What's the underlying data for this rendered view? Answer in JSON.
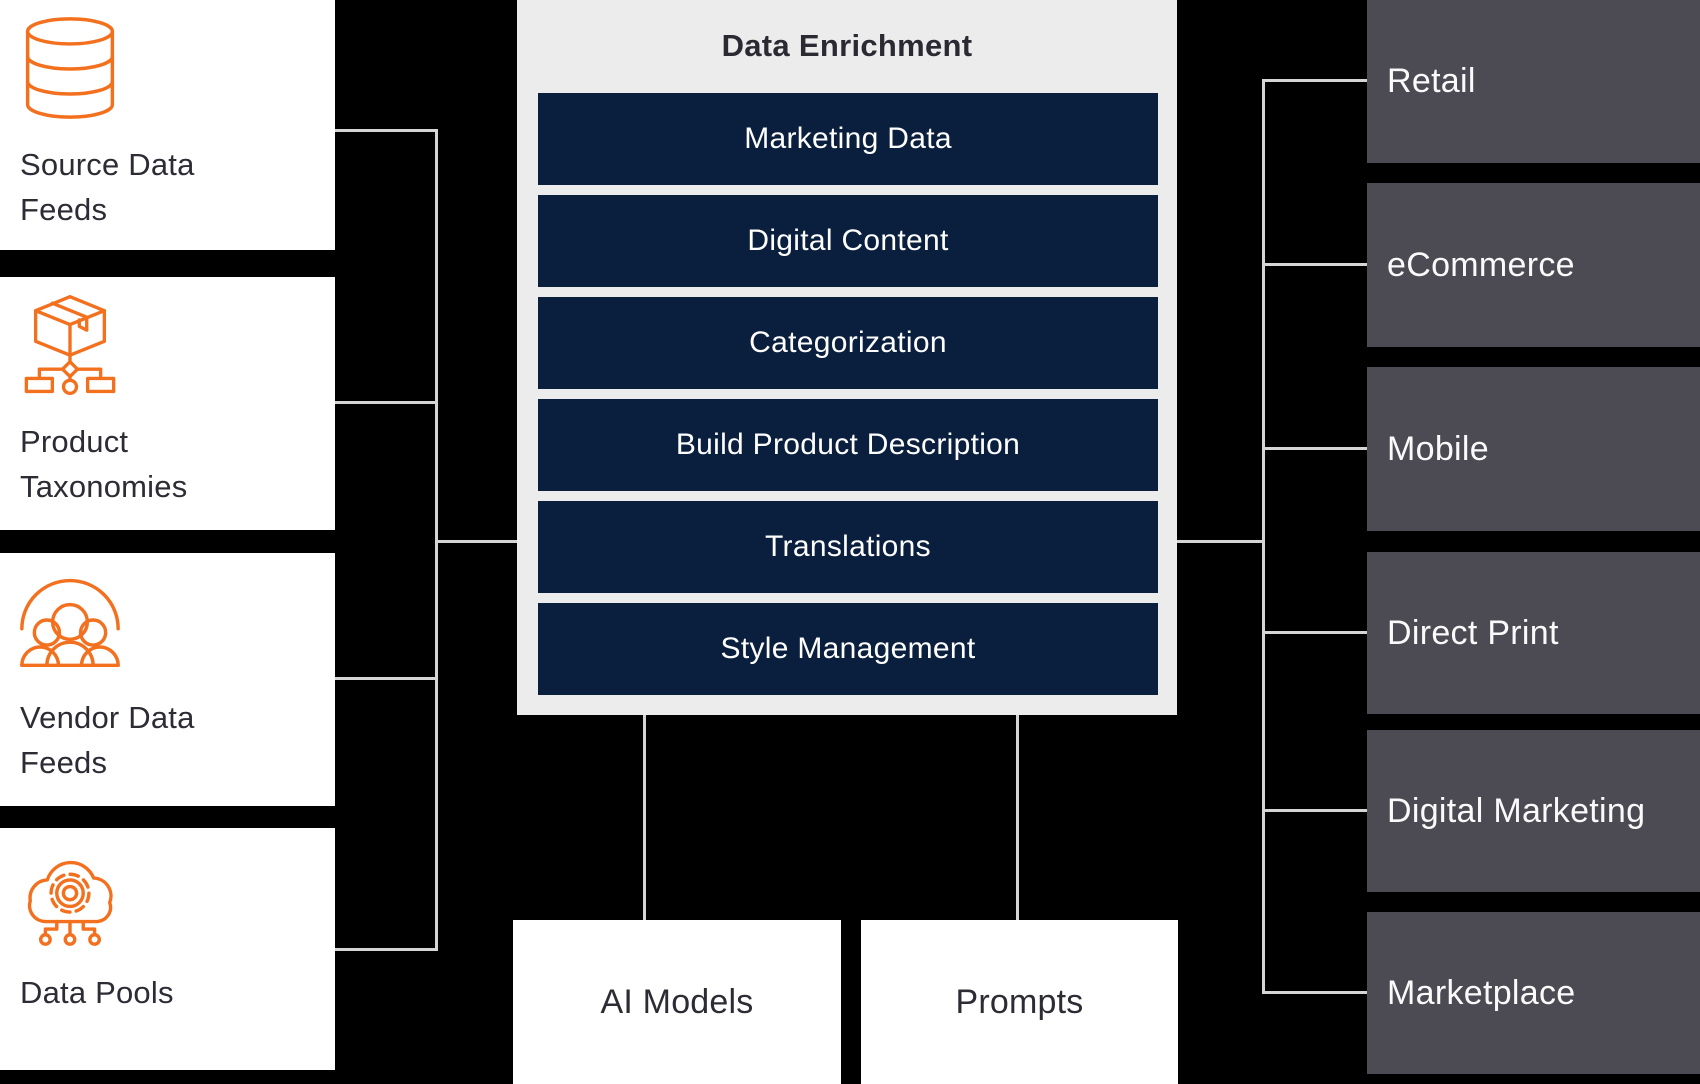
{
  "diagram_title": "Data Enrichment",
  "colors": {
    "background": "#000000",
    "accent_orange": "#F3701F",
    "navy": "#0A1F3E",
    "panel_gray": "#ECECED",
    "channel_box_gray": "#4C4A52",
    "connector_gray": "#D5D5D5",
    "card_bg": "#FFFFFF",
    "text_dark": "#2D2C35",
    "text_light": "#FAFAFA"
  },
  "left_cards": [
    {
      "icon": "database-icon",
      "label_lines": [
        "Source Data",
        "Feeds"
      ]
    },
    {
      "icon": "product-taxonomy-icon",
      "label_lines": [
        "Product",
        "Taxonomies"
      ]
    },
    {
      "icon": "vendor-group-icon",
      "label_lines": [
        "Vendor Data",
        "Feeds"
      ]
    },
    {
      "icon": "cloud-gear-icon",
      "label_lines": [
        "Data Pools"
      ]
    }
  ],
  "enrichment": {
    "title": "Data Enrichment",
    "items": [
      "Marketing Data",
      "Digital Content",
      "Categorization",
      "Build Product Description",
      "Translations",
      "Style Management"
    ]
  },
  "bottom_boxes": [
    {
      "label": "AI Models"
    },
    {
      "label": "Prompts"
    }
  ],
  "right_boxes": [
    {
      "label": "Retail"
    },
    {
      "label": "eCommerce"
    },
    {
      "label": "Mobile"
    },
    {
      "label": "Direct Print"
    },
    {
      "label": "Digital Marketing"
    },
    {
      "label": "Marketplace"
    }
  ]
}
